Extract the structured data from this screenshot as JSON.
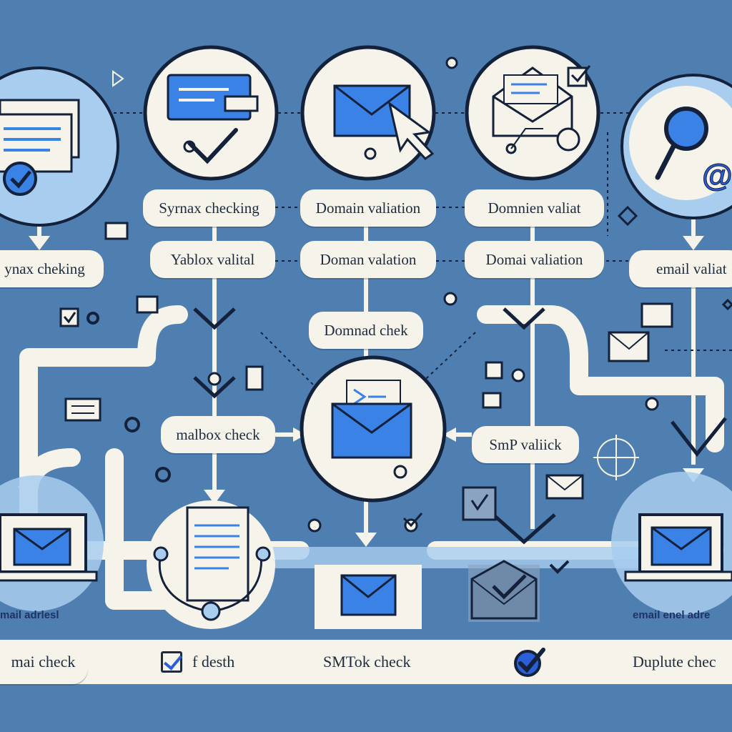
{
  "colors": {
    "background": "#4f7fb0",
    "path": "#f6f4ea",
    "accent_blue": "#3b82e6",
    "outline": "#13213a",
    "light_blue": "#a8cdef"
  },
  "row1": {
    "syntax_checking": "Syrnax checking",
    "domain_validation": "Domain valiation",
    "domain_valiat": "Domnien valiat"
  },
  "row2": {
    "left_syntax": "ynax cheking",
    "yablox": "Yablox valital",
    "domain_valation": "Doman valation",
    "domai_valiation": "Domai valiation",
    "email_valiat": "email valiat"
  },
  "row3": {
    "domnad_chek": "Domnad chek"
  },
  "row4": {
    "mailbox_check": "malbox check",
    "smtp_valiick": "SmP valiick"
  },
  "captions": {
    "left_email_address": "mail adrlesl",
    "right_email_address": "email enel adre"
  },
  "footer": {
    "mai_check": "mai check",
    "desth": "f desth",
    "smtok_check": "SMTok check",
    "duplicate_check": "Duplute chec"
  },
  "icons": [
    "document-stack-check-icon",
    "card-check-icon",
    "envelope-cursor-icon",
    "envelope-open-check-icon",
    "magnifier-at-icon",
    "envelope-center-icon",
    "laptop-envelope-left-icon",
    "document-check-icon",
    "envelope-box-icon",
    "envelope-check-icon",
    "laptop-envelope-right-icon"
  ]
}
